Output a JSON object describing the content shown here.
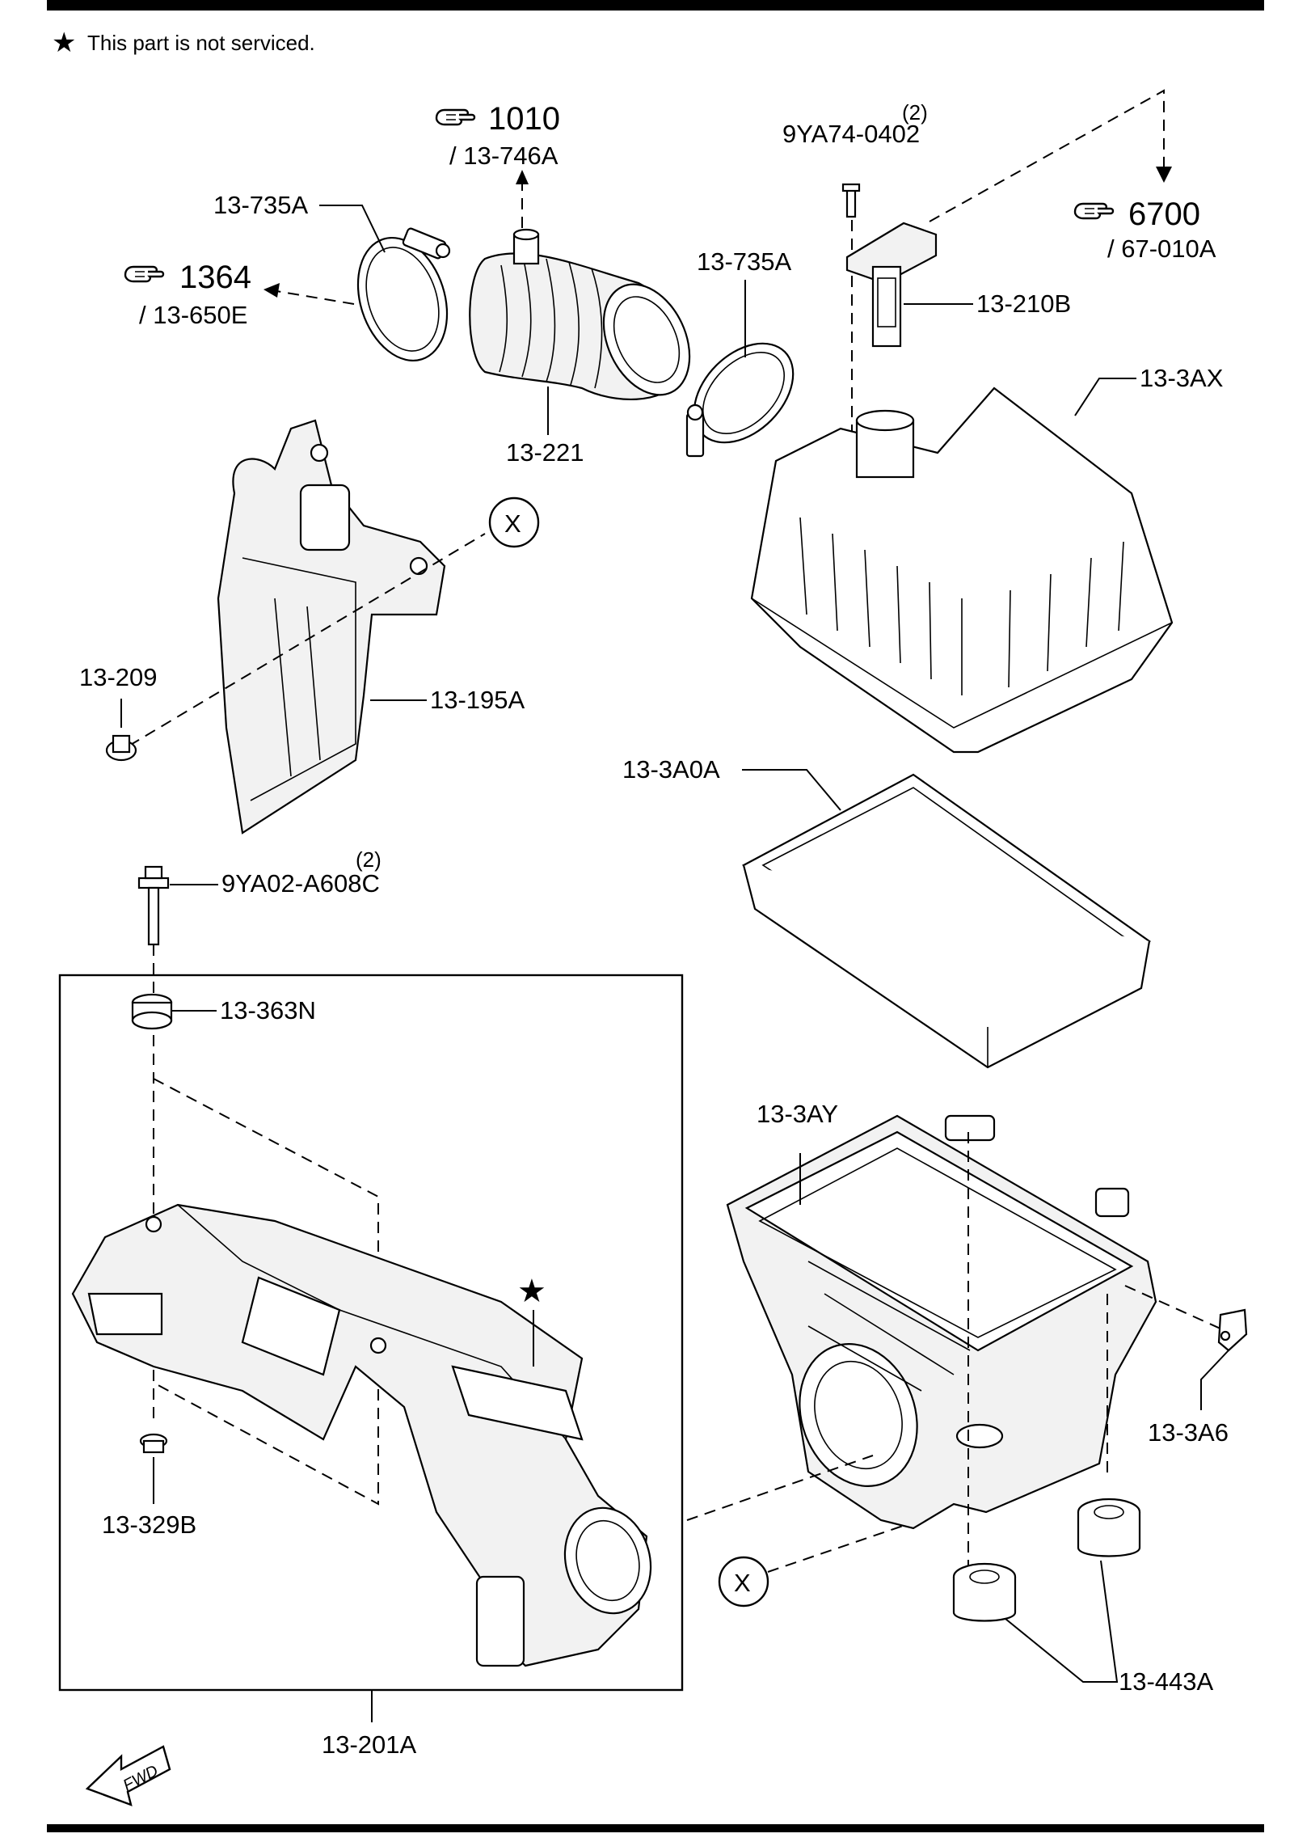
{
  "note": "This part is not serviced.",
  "star_symbol": "★",
  "refs": {
    "r1010": {
      "num": "1010",
      "sub": "/ 13-746A"
    },
    "r1364": {
      "num": "1364",
      "sub": "/ 13-650E"
    },
    "r6700": {
      "num": "6700",
      "sub": "/ 67-010A"
    }
  },
  "labels": {
    "clamp_left": "13-735A",
    "clamp_right": "13-735A",
    "hose": "13-221",
    "screw_qty": "(2)",
    "screw": "9YA74-0402",
    "maf_sensor": "13-210B",
    "cover": "13-3AX",
    "resonator": "13-195A",
    "clip": "13-209",
    "bolt_qty": "(2)",
    "bolt": "9YA02-A608C",
    "filter": "13-3A0A",
    "grommet": "13-363N",
    "case": "13-3AY",
    "bracket": "13-3A6",
    "insulator": "13-443A",
    "collar": "13-329B",
    "duct": "13-201A",
    "x_top": "X",
    "x_bottom": "X",
    "fwd": "FWD"
  },
  "colors": {
    "line": "#000000",
    "background": "#ffffff",
    "part_fill": "#f2f2f2"
  }
}
